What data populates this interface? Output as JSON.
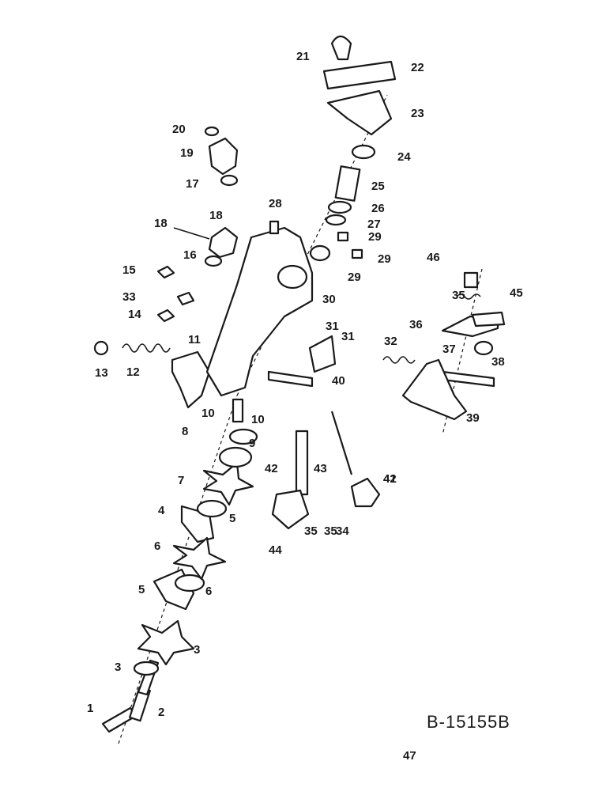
{
  "diagram": {
    "drawing_code": "B-15155B",
    "part_callouts": [
      "1",
      "2",
      "3",
      "3",
      "4",
      "5",
      "5",
      "6",
      "6",
      "7",
      "8",
      "9",
      "10",
      "10",
      "11",
      "12",
      "13",
      "14",
      "15",
      "16",
      "17",
      "18",
      "18",
      "19",
      "20",
      "21",
      "22",
      "23",
      "24",
      "25",
      "26",
      "27",
      "28",
      "29",
      "29",
      "29",
      "30",
      "31",
      "31",
      "32",
      "33",
      "34",
      "35",
      "35",
      "35",
      "36",
      "37",
      "38",
      "39",
      "40",
      "41",
      "42",
      "42",
      "43",
      "44",
      "45",
      "46",
      "47"
    ]
  }
}
